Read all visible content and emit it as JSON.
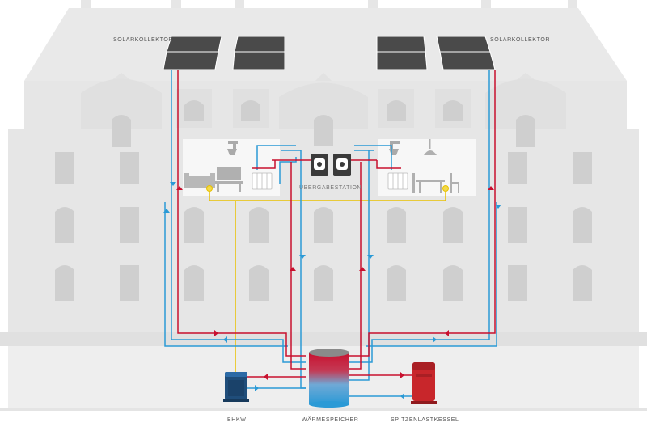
{
  "labels": {
    "solar_left": "SOLARKOLLEKTOR",
    "solar_right": "SOLARKOLLEKTOR",
    "station": "ÜBERGABESTATION",
    "bhkw": "BHKW",
    "storage": "WÄRMESPEICHER",
    "boiler": "SPITZENLASTKESSEL"
  },
  "colors": {
    "building": "#e6e6e6",
    "building_dark": "#d9d9d9",
    "window": "#cfcfcf",
    "panel": "#4a4a4a",
    "supply": "#c8102e",
    "return": "#2b9ad6",
    "electric": "#e8c100",
    "bhkw": "#1f4d7a",
    "boiler": "#c8262b",
    "station_unit": "#3a3a3a"
  },
  "icons": [
    "solar-panel-icon",
    "faucet-icon",
    "radiator-icon",
    "sofa-icon",
    "tv-icon",
    "table-icon",
    "lamp-icon",
    "heat-exchanger-icon",
    "storage-tank-icon",
    "chp-unit-icon",
    "boiler-icon"
  ]
}
